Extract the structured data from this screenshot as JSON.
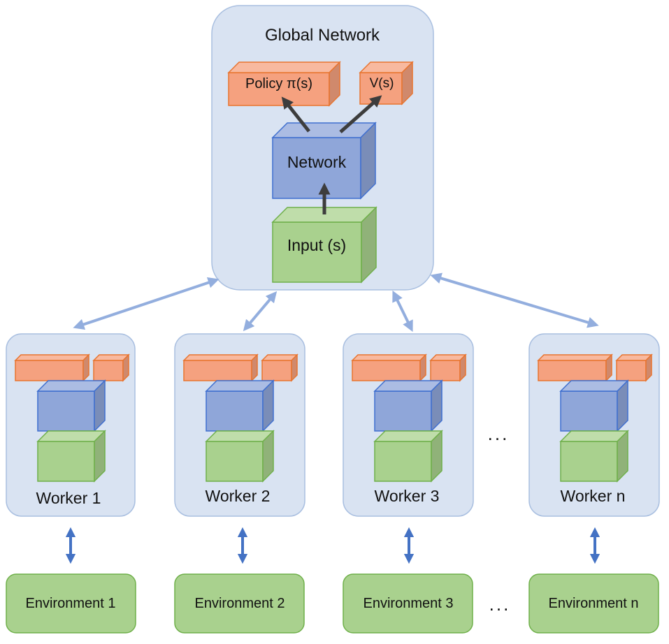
{
  "global": {
    "title": "Global Network",
    "policy_label": "Policy π(s)",
    "value_label": "V(s)",
    "network_label": "Network",
    "input_label": "Input (s)"
  },
  "workers": [
    {
      "label": "Worker 1"
    },
    {
      "label": "Worker 2"
    },
    {
      "label": "Worker 3"
    },
    {
      "label": "Worker n"
    }
  ],
  "environments": [
    {
      "label": "Environment 1"
    },
    {
      "label": "Environment 2"
    },
    {
      "label": "Environment 3"
    },
    {
      "label": "Environment n"
    }
  ],
  "ellipsis": "...",
  "colors": {
    "container_fill": "#d9e3f2",
    "container_stroke": "#a9bfe0",
    "orange_fill": "#f5a17f",
    "orange_stroke": "#e8742f",
    "blue_fill": "#8fa6d9",
    "blue_stroke": "#3f6fcf",
    "green_fill": "#a9d18e",
    "green_stroke": "#6fb04a",
    "light_arrow": "#93aede",
    "dark_arrow": "#3d3d3d",
    "env_arrow": "#4472c4"
  }
}
